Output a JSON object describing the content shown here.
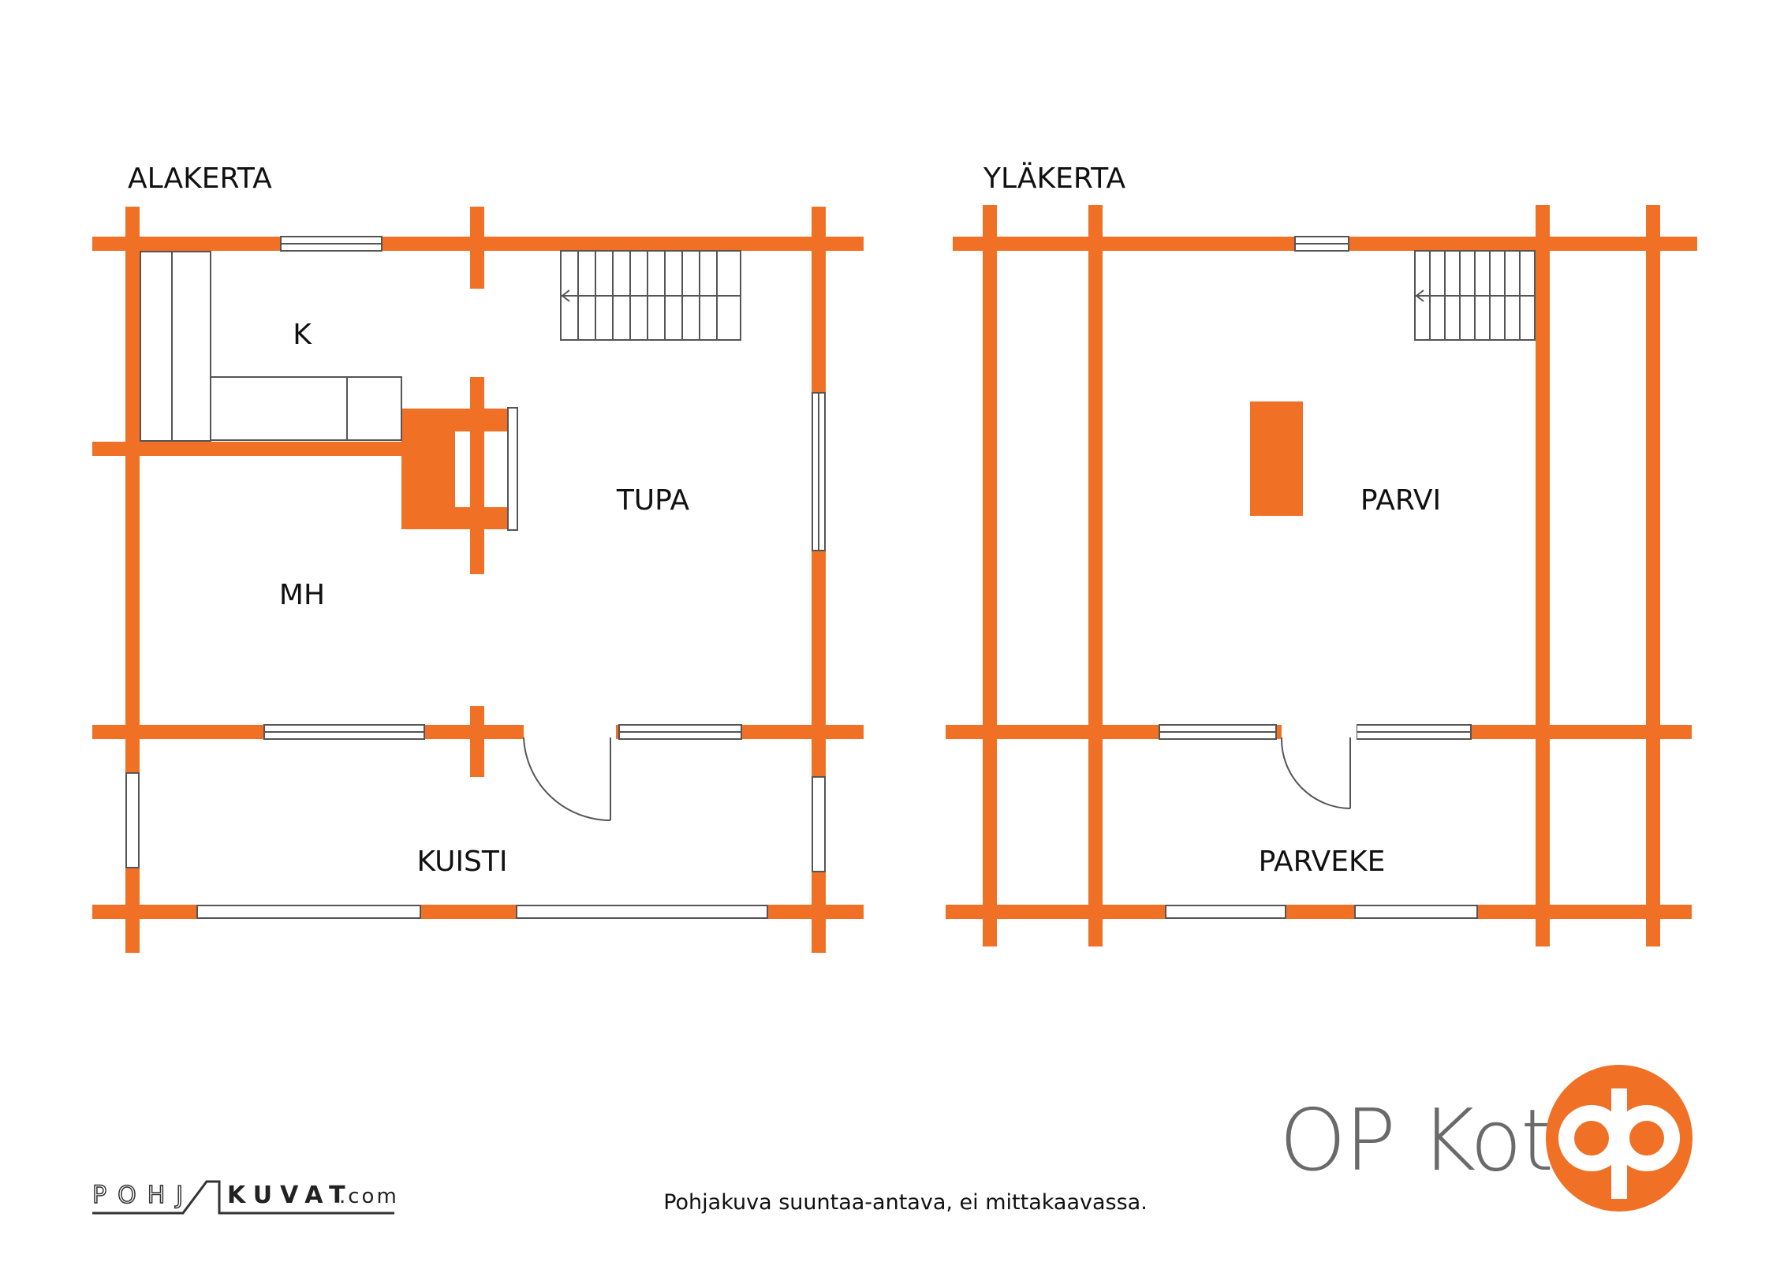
{
  "floors": {
    "lower": {
      "title": "ALAKERTA",
      "rooms": {
        "kitchen": "K",
        "living": "TUPA",
        "bedroom": "MH",
        "porch": "KUISTI"
      }
    },
    "upper": {
      "title": "YLÄKERTA",
      "rooms": {
        "loft": "PARVI",
        "balcony": "PARVEKE"
      }
    }
  },
  "footer": {
    "disclaimer": "Pohjakuva suuntaa-antava, ei mittakaavassa.",
    "maker_logo": {
      "part1": "POHJ",
      "part2": "KUVAT",
      "part3": ".com"
    }
  },
  "brand": {
    "name": "OP Koti"
  },
  "colors": {
    "wall": "#F07126",
    "window_fill": "#ffffff",
    "line": "#555555",
    "text": "#111111"
  }
}
